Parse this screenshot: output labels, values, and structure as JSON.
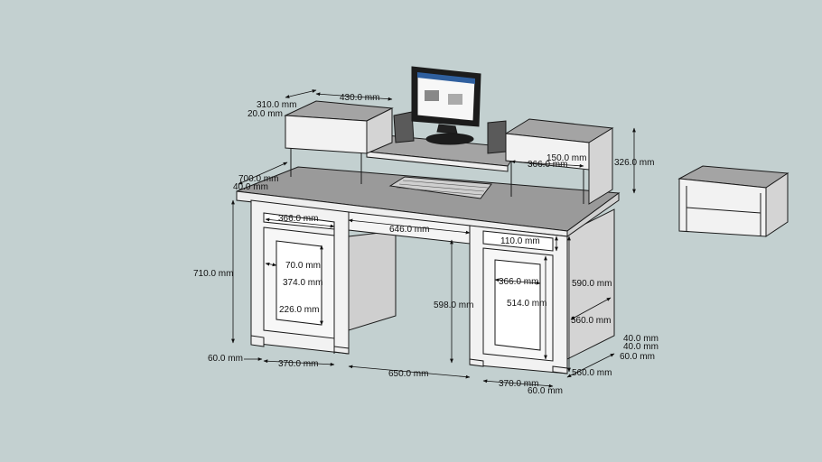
{
  "colors": {
    "background": "#c3d0d0",
    "surface_light": "#f2f2f2",
    "surface_side": "#d4d4d4",
    "top_surface": "#9a9a9a",
    "outline": "#1a1a1a",
    "monitor": "#1c1c1c"
  },
  "dimensions": {
    "hutch_left_depth": "310.0 mm",
    "hutch_shelf_width": "430.0 mm",
    "hutch_left_thk": "20.0 mm",
    "desk_depth": "700.0 mm",
    "top_thk": "40.0 mm",
    "hutch_inner": "150.0 mm",
    "hutch_width_right": "366.0 mm",
    "hutch_height": "326.0 mm",
    "left_drawer_width": "366.0 mm",
    "center_width": "646.0 mm",
    "right_drawer_height": "110.0 mm",
    "desk_height": "710.0 mm",
    "door_frame": "70.0 mm",
    "door_panel_height": "374.0 mm",
    "door_panel_bottom": "226.0 mm",
    "knee_height": "598.0 mm",
    "right_door_width": "366.0 mm",
    "right_door_height": "514.0 mm",
    "side_height": "590.0 mm",
    "side_depth_inner": "560.0 mm",
    "foot_40a": "40.0 mm",
    "foot_40b": "40.0 mm",
    "foot_60_right": "60.0 mm",
    "foot_60_left": "60.0 mm",
    "left_pedestal_width": "370.0 mm",
    "knee_width": "650.0 mm",
    "side_depth": "560.0 mm",
    "right_pedestal_width": "370.0 mm",
    "foot_60_bottom": "60.0 mm"
  }
}
